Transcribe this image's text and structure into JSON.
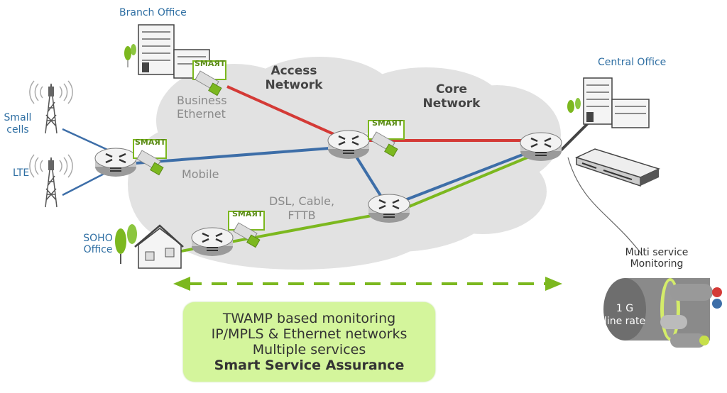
{
  "sites": {
    "branch_office": "Branch Office",
    "central_office": "Central Office",
    "small_cells": "Small\ncells",
    "lte": "LTE",
    "soho_office": "SOHO\nOffice"
  },
  "networks": {
    "access": "Access\nNetwork",
    "core": "Core\nNetwork"
  },
  "link_labels": {
    "business_ethernet": "Business\nEthernet",
    "mobile": "Mobile",
    "dsl": "DSL, Cable,\nFTTB"
  },
  "smart_tag": "SMAЯT",
  "monitoring": {
    "label": "Multi service\nMonitoring",
    "rate": "1 G\nline rate"
  },
  "info_box": {
    "line1": "TWAMP based monitoring",
    "line2": "IP/MPLS & Ethernet networks",
    "line3": "Multiple services",
    "line4": "Smart Service Assurance"
  },
  "colors": {
    "business_link": "#d43a36",
    "mobile_link": "#3d6ea8",
    "broadband_link": "#7cb81f",
    "cloud": "#e2e2e2",
    "info_box": "#d4f59c",
    "accent_green": "#8cc63f"
  }
}
